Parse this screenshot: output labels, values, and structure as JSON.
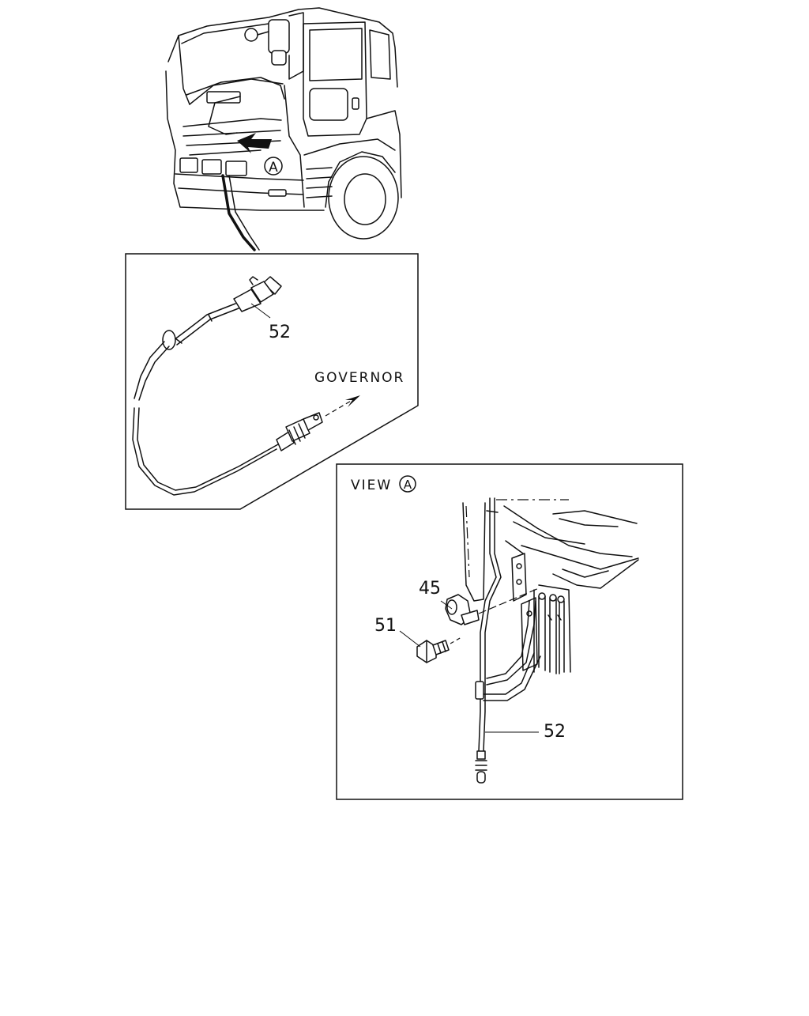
{
  "diagram": {
    "inset_top_label_part": "52",
    "governor_label": "GOVERNOR",
    "view_label": "VIEW",
    "view_marker": "A",
    "truck_marker": "A",
    "detail_labels": {
      "clamp": "45",
      "bolt": "51",
      "cable": "52"
    }
  }
}
